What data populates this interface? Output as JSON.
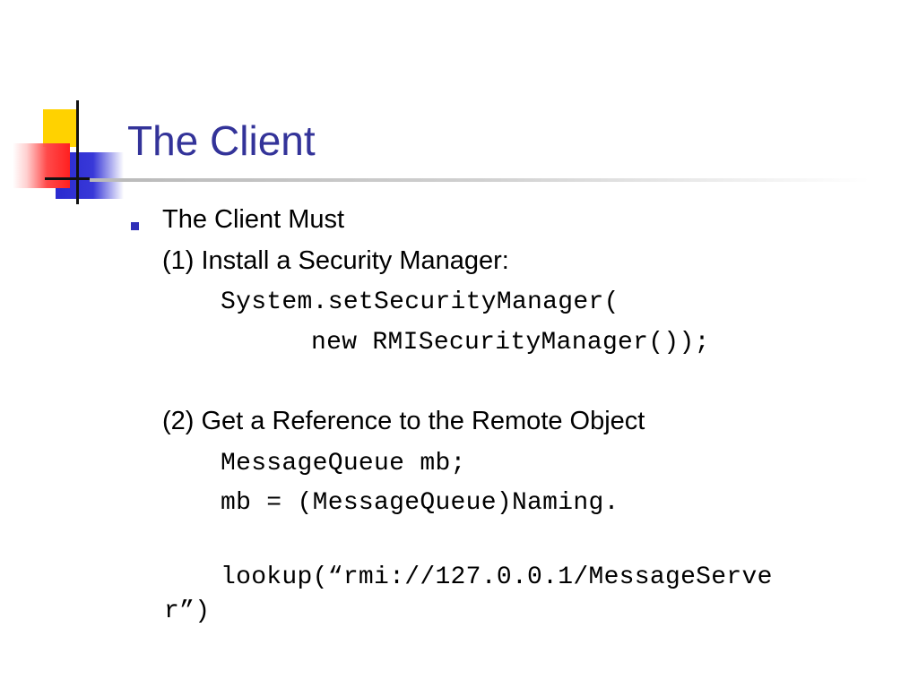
{
  "slide": {
    "title": "The Client",
    "bullet_heading": "The Client Must",
    "step1": "(1) Install a Security Manager:",
    "code1_line1": "System.setSecurityManager(",
    "code1_line2": "new RMISecurityManager());",
    "step2": "(2) Get a Reference to the Remote Object",
    "code2_line1": "MessageQueue mb;",
    "code2_line2": "mb = (MessageQueue)Naming.",
    "code2_line3": "lookup(“rmi://127.0.0.1/MessageServe",
    "code2_line4": "r”)"
  },
  "colors": {
    "title": "#333399",
    "bullet": "#2f2fb8",
    "logo_yellow": "#ffd200",
    "logo_blue": "#2a2acf",
    "logo_red": "#ff2020"
  }
}
